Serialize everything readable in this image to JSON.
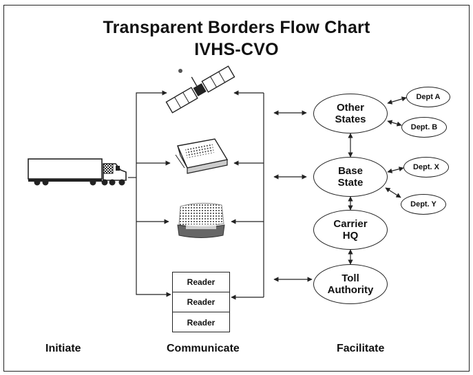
{
  "title": "Transparent Borders Flow Chart",
  "subtitle": "IVHS-CVO",
  "nodes": {
    "other_states": "Other\nStates",
    "base_state": "Base\nState",
    "carrier_hq": "Carrier\nHQ",
    "toll_authority": "Toll\nAuthority",
    "dept_a": "Dept A",
    "dept_b": "Dept. B",
    "dept_x": "Dept. X",
    "dept_y": "Dept. Y"
  },
  "readers": [
    "Reader",
    "Reader",
    "Reader"
  ],
  "columns": {
    "initiate": "Initiate",
    "communicate": "Communicate",
    "facilitate": "Facilitate"
  },
  "icons": [
    "truck-icon",
    "satellite-icon",
    "terminal-icon",
    "transponder-icon"
  ],
  "colors": {
    "line": "#222222",
    "background": "#ffffff"
  }
}
